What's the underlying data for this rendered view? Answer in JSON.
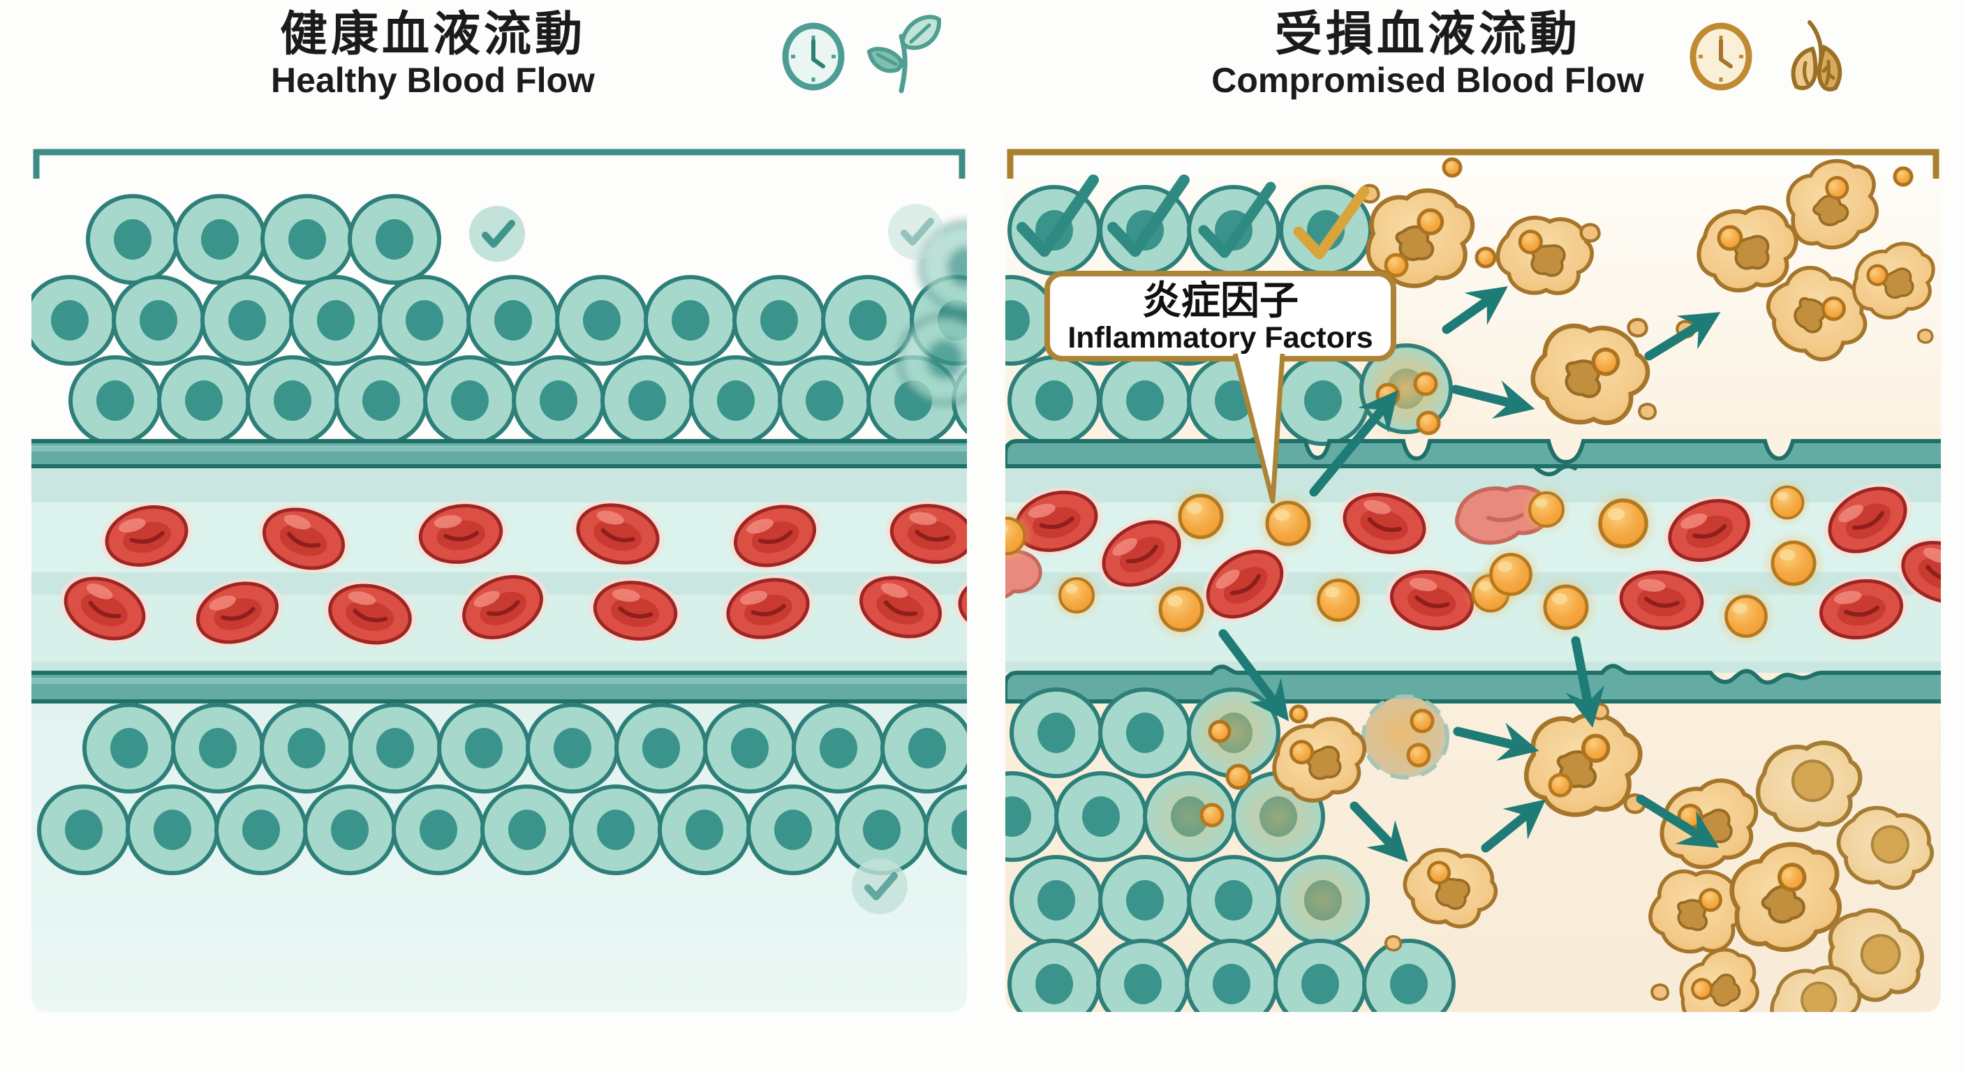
{
  "page": {
    "background": "#FDFDFB"
  },
  "left": {
    "title_zh": "健康血液流動",
    "title_en": "Healthy Blood Flow",
    "icon_names": [
      "clock-icon",
      "sprout-icon"
    ]
  },
  "right": {
    "title_zh": "受損血液流動",
    "title_en": "Compromised Blood Flow",
    "bubble_zh": "炎症因子",
    "bubble_en": "Inflammatory Factors",
    "icon_names": [
      "clock-warning-icon",
      "wilted-leaf-icon"
    ]
  },
  "colors": {
    "page_bg": "#FDFDFB",
    "title_text": "#1B1B1B",
    "healthy_accent": "#3E8C86",
    "compromised_accent": "#A9802D",
    "cell_fill": "#A6D9CC",
    "cell_stroke": "#2E7F79",
    "cell_nucleus": "#3B948B",
    "vessel_wall": "#63ABA3",
    "vessel_wall_edge": "#20706A",
    "vessel_lumen": "#C9E7E0",
    "rbc_fill": "#DC4F44",
    "rbc_stroke": "#9E2622",
    "factor_fill": "#F5A943",
    "factor_stroke": "#B5791F",
    "damaged_cell_fill": "#F3CA89",
    "damaged_cell_stroke": "#A5752B",
    "arrow": "#1E7B76",
    "bubble_bg": "#FFFFFF",
    "bubble_border": "#AD8435",
    "healthy_bg": "#E2F3EF",
    "compromised_bg": "#FAF0DC"
  }
}
